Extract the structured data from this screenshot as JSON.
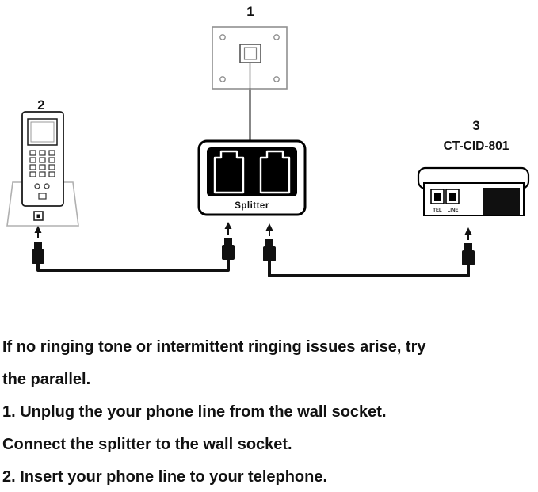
{
  "diagram": {
    "wall_socket": {
      "label": "1"
    },
    "telephone": {
      "label": "2"
    },
    "caller_id": {
      "label": "3",
      "model": "CT-CID-801",
      "tel_port": "TEL",
      "line_port": "LINE"
    },
    "splitter": {
      "label": "Splitter"
    }
  },
  "instructions": {
    "lines": [
      "If no ringing tone or intermittent ringing issues arise, try",
      "the parallel.",
      "1. Unplug the your phone line from the wall socket.",
      "Connect the splitter to the wall socket.",
      "2. Insert your phone line to your telephone."
    ]
  }
}
